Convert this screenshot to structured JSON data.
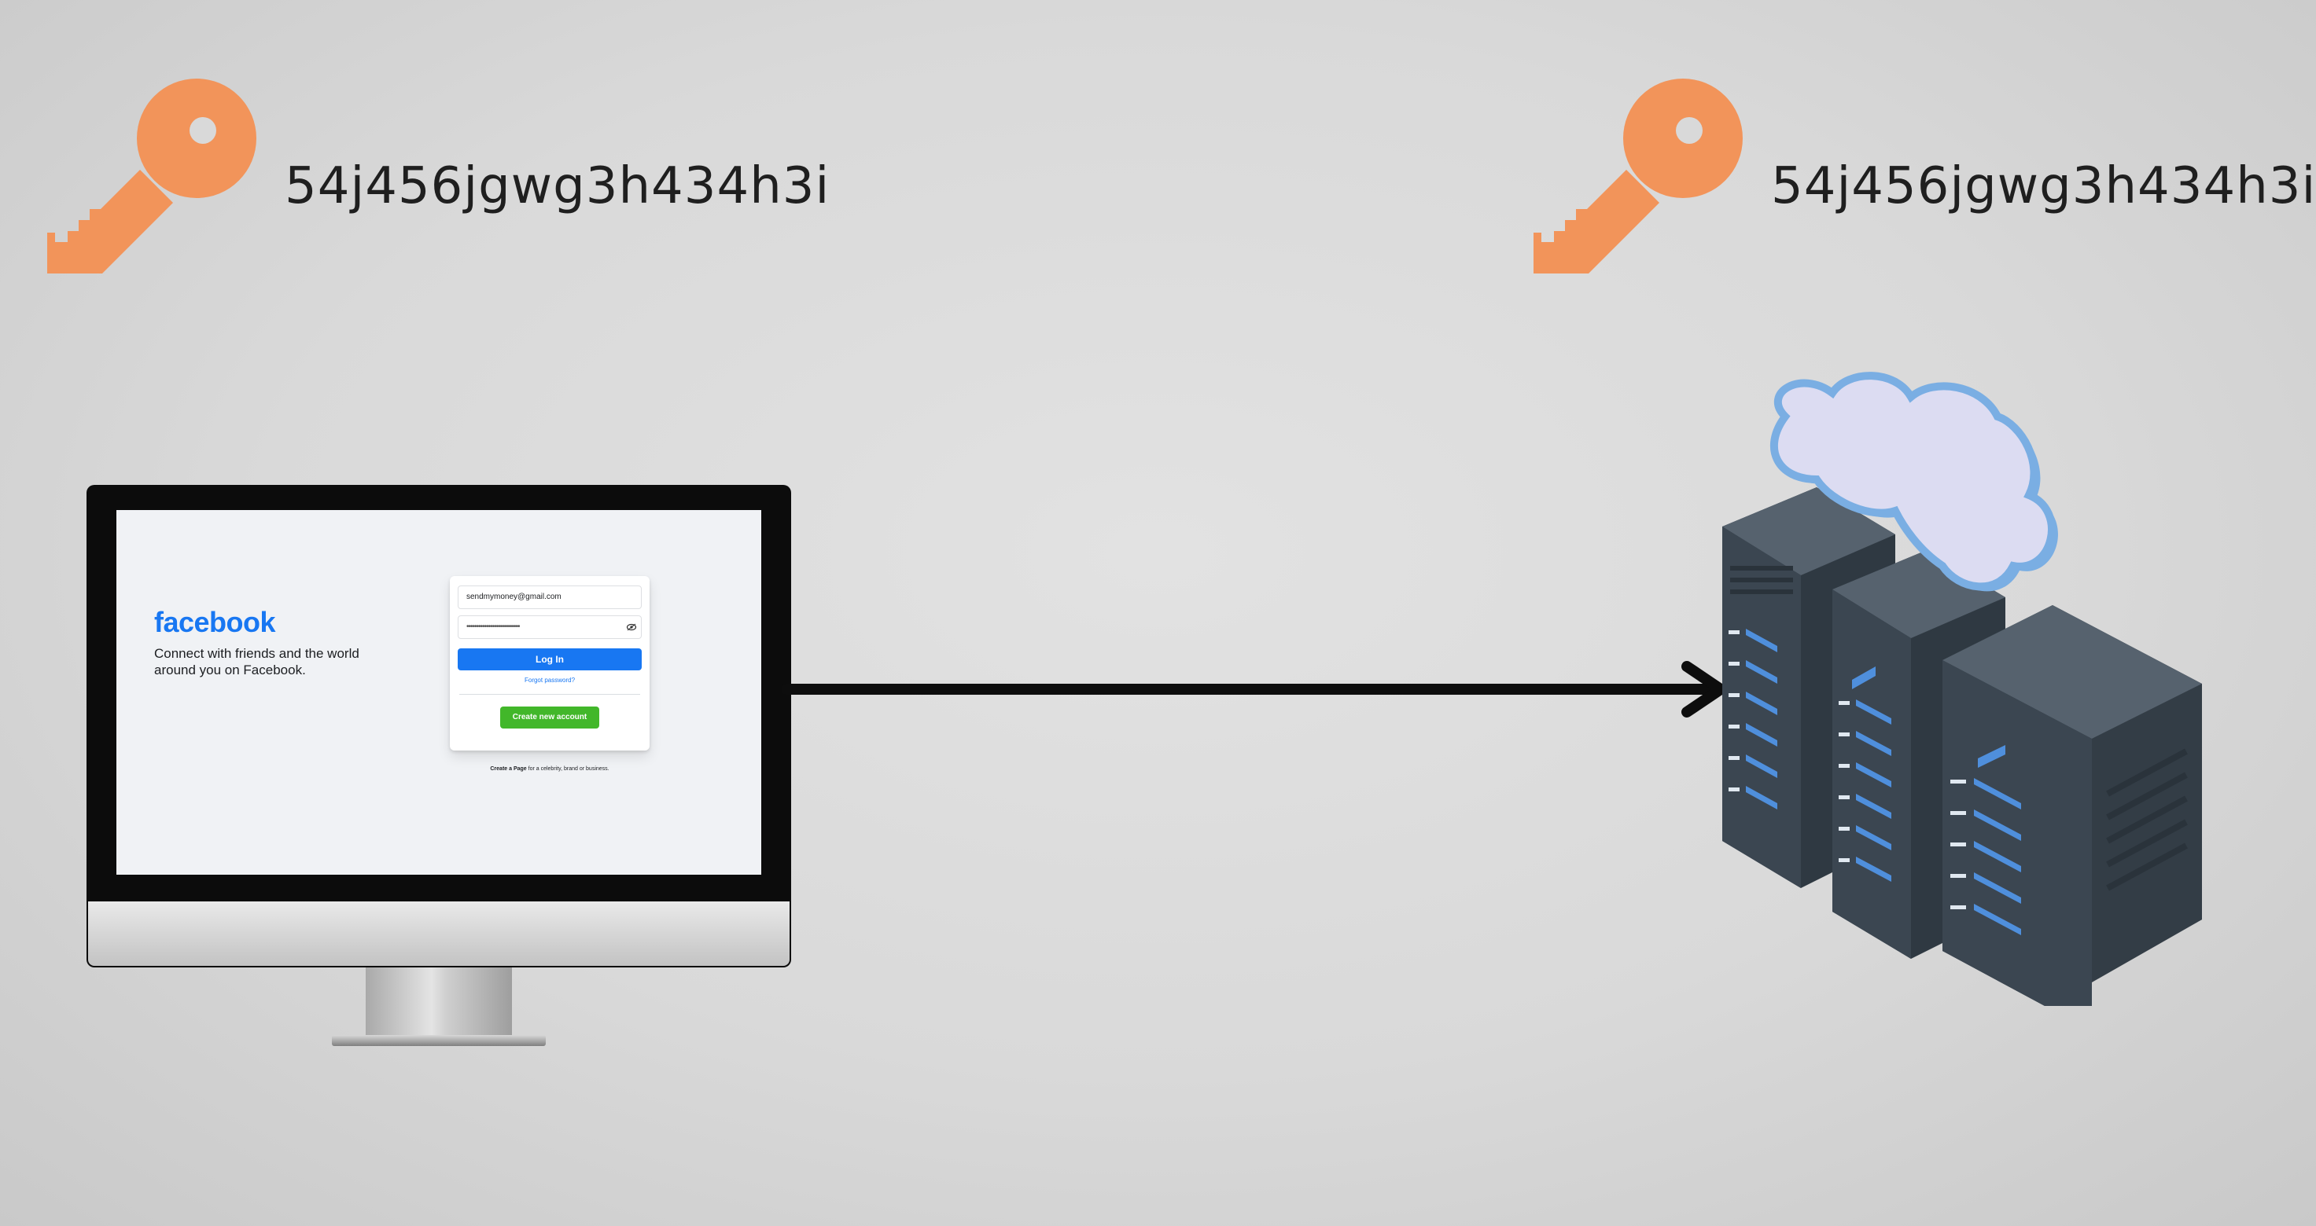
{
  "keys": {
    "left": {
      "icon": "key-icon",
      "text": "54j456jgwg3h434h3i"
    },
    "right": {
      "icon": "key-icon",
      "text": "54j456jgwg3h434h3i"
    }
  },
  "monitor": {
    "facebook": {
      "logo": "facebook",
      "tagline": "Connect with friends and the world around you on Facebook.",
      "email_value": "sendmymoney@gmail.com",
      "password_value": "•••••••••••••••••••••••••••",
      "login_label": "Log In",
      "forgot_label": "Forgot password?",
      "create_account_label": "Create new account",
      "create_page_bold": "Create a Page",
      "create_page_rest": " for a celebrity, brand or business."
    }
  },
  "diagram": {
    "arrow": "arrow-right-icon",
    "server": "server-rack-icon",
    "cloud": "cloud-icon"
  },
  "colors": {
    "key": "#f2945a",
    "fb_blue": "#1877f2",
    "fb_green": "#42b72a",
    "server_dark": "#3b4651",
    "cloud_fill": "#dcdcf2",
    "cloud_stroke": "#7aaee3"
  }
}
